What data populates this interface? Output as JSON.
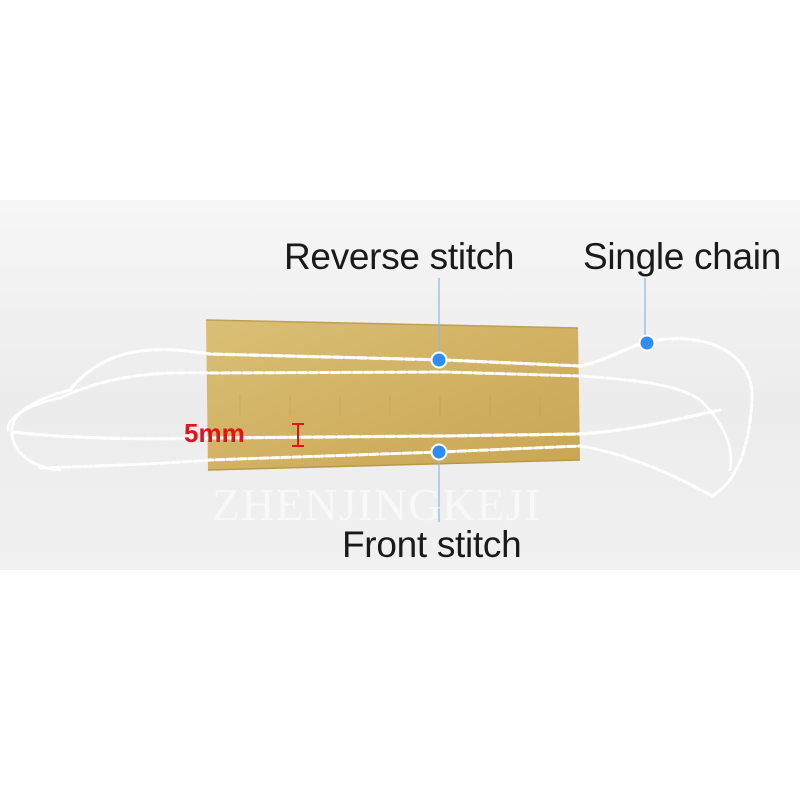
{
  "labels": {
    "reverse_stitch": "Reverse stitch",
    "single_chain": "Single chain",
    "front_stitch": "Front stitch",
    "measurement": "5mm"
  },
  "watermark": "ZHENJINGKEJI",
  "colors": {
    "callout_dot": "#2f8cf0",
    "measurement_text": "#e0141b",
    "fabric": "#d4b56a",
    "thread": "#ffffff",
    "background": "#efefef"
  },
  "icons": {
    "measure_marker": "i-beam-icon",
    "callout_marker": "dot-icon"
  }
}
